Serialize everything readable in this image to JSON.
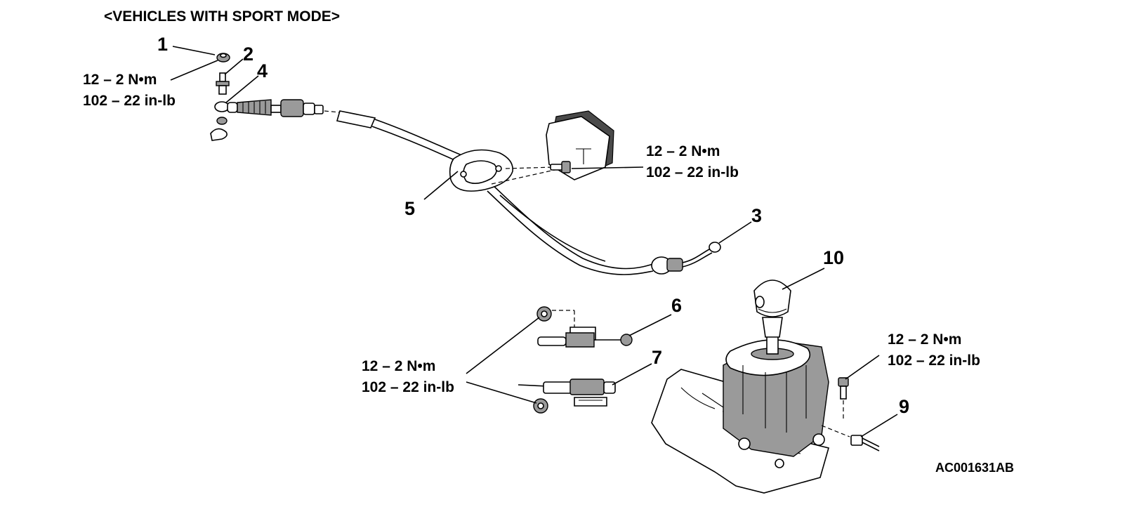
{
  "title": "<VEHICLES WITH SPORT MODE>",
  "figure_code": "AC001631AB",
  "callouts": {
    "c1": "1",
    "c2": "2",
    "c3": "3",
    "c4": "4",
    "c5": "5",
    "c6": "6",
    "c7": "7",
    "c9": "9",
    "c10": "10"
  },
  "torque_specs": {
    "top_left": {
      "metric": "12 – 2 N•m",
      "imperial": "102 – 22 in-lb"
    },
    "cover_bolt": {
      "metric": "12 – 2 N•m",
      "imperial": "102 – 22 in-lb"
    },
    "switch_nuts": {
      "metric": "12 – 2 N•m",
      "imperial": "102 – 22 in-lb"
    },
    "shifter_bolt": {
      "metric": "12 –  2 N•m",
      "imperial": "102 – 22 in-lb"
    }
  }
}
